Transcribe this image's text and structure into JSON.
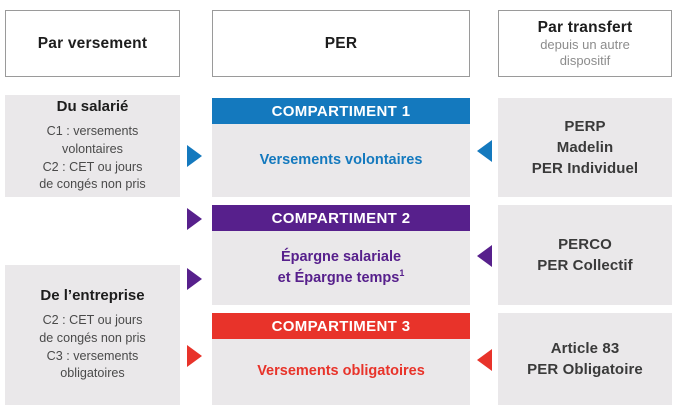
{
  "colors": {
    "blue": "#1479be",
    "purple": "#57208c",
    "red": "#e8332a",
    "gray_fill": "#eae8ea",
    "border": "#9a9a9a",
    "dark_text": "#1d1d1d"
  },
  "headers": {
    "left": {
      "title": "Par versement"
    },
    "middle": {
      "title": "PER"
    },
    "right": {
      "title": "Par transfert",
      "sub_line1": "depuis un autre",
      "sub_line2": "dispositif"
    }
  },
  "sources": [
    {
      "name": "du-salarie",
      "title": "Du salarié",
      "lines": [
        "C1 : versements",
        "volontaires",
        "C2 : CET ou jours",
        "de congés non pris"
      ]
    },
    {
      "name": "de-l-entreprise",
      "title": "De l’entreprise",
      "lines": [
        "C2 : CET ou jours",
        "de congés non pris",
        "C3 : versements",
        "obligatoires"
      ]
    }
  ],
  "compartments": [
    {
      "name": "compartiment-1",
      "head": "COMPARTIMENT 1",
      "body": "Versements volontaires",
      "footnote": "",
      "color": "#1479be"
    },
    {
      "name": "compartiment-2",
      "head": "COMPARTIMENT 2",
      "body_line1": "Épargne salariale",
      "body_line2": "et Épargne temps",
      "footnote": "1",
      "color": "#57208c"
    },
    {
      "name": "compartiment-3",
      "head": "COMPARTIMENT 3",
      "body": "Versements obligatoires",
      "footnote": "",
      "color": "#e8332a"
    }
  ],
  "transfers": [
    {
      "name": "perp-madelin-per-individuel",
      "lines": [
        "PERP",
        "Madelin",
        "PER Individuel"
      ],
      "color": "#1479be"
    },
    {
      "name": "perco-per-collectif",
      "lines": [
        "PERCO",
        "PER Collectif"
      ],
      "color": "#57208c"
    },
    {
      "name": "article-83-per-obligatoire",
      "lines": [
        "Article 83",
        "PER Obligatoire"
      ],
      "color": "#e8332a"
    }
  ],
  "arrows": {
    "in": [
      {
        "name": "arrow-in-compartiment-1",
        "color": "#1479be"
      },
      {
        "name": "arrow-in-compartiment-2-top",
        "color": "#57208c"
      },
      {
        "name": "arrow-in-compartiment-2-bottom",
        "color": "#57208c"
      },
      {
        "name": "arrow-in-compartiment-3",
        "color": "#e8332a"
      }
    ],
    "out": [
      {
        "name": "arrow-transfer-compartiment-1",
        "color": "#1479be"
      },
      {
        "name": "arrow-transfer-compartiment-2",
        "color": "#57208c"
      },
      {
        "name": "arrow-transfer-compartiment-3",
        "color": "#e8332a"
      }
    ]
  }
}
